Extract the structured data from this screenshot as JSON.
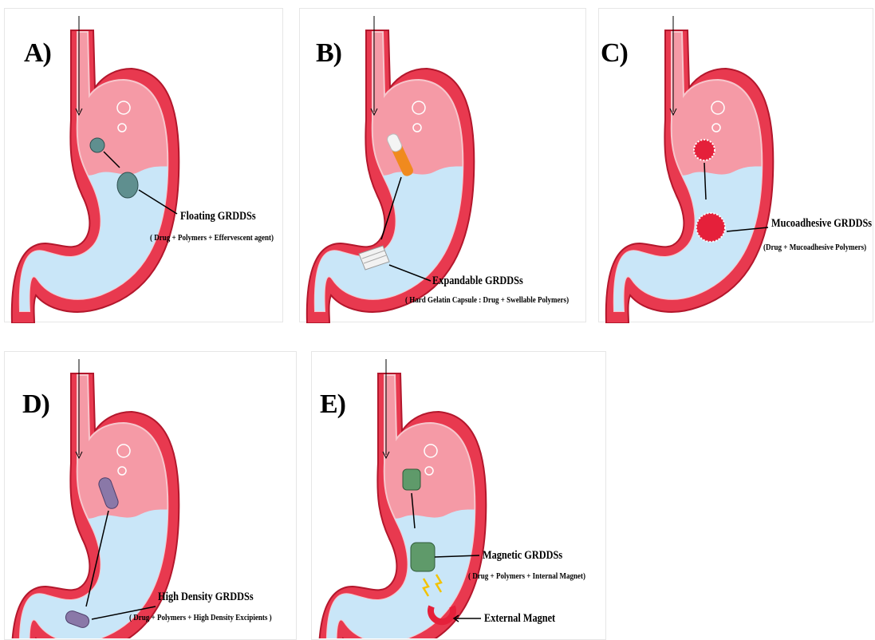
{
  "panels": [
    {
      "letter": "A)",
      "title": "Floating GRDDSs",
      "subtitle": "( Drug + Polymers + Effervescent agent)"
    },
    {
      "letter": "B)",
      "title": "Expandable GRDDSs",
      "subtitle": "( Hard Gelatin Capsule : Drug + Swellable Polymers)"
    },
    {
      "letter": "C)",
      "title": "Mucoadhesive GRDDSs",
      "subtitle": "(Drug + Mucoadhesive Polymers)"
    },
    {
      "letter": "D)",
      "title": "High Density GRDDSs",
      "subtitle": "( Drug + Polymers + High Density Excipients )"
    },
    {
      "letter": "E)",
      "title": "Magnetic GRDDSs",
      "subtitle": "( Drug + Polymers + Internal Magnet)",
      "extra_label": "External Magnet"
    }
  ],
  "colors": {
    "stomach_wall": "#e8394f",
    "stomach_wall_dark": "#b3172c",
    "gastric_air": "#f59aa6",
    "gastric_fluid": "#c9e6f8",
    "floating_tablet": "#5f8f8f",
    "capsule_orange": "#f08a1e",
    "mucoadhesive_red": "#e5203a",
    "high_density_purple": "#8a78a8",
    "magnetic_green": "#5f9a6a",
    "magnet_red": "#e5203a"
  },
  "icons": [
    "stomach-illustration",
    "arrow-icon",
    "bubble-icon",
    "lightning-icon",
    "horseshoe-magnet-icon"
  ]
}
